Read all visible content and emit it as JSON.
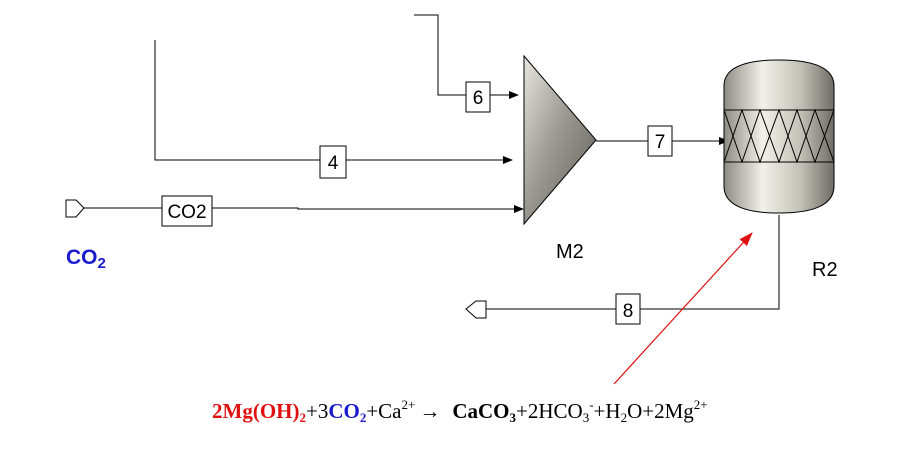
{
  "streams": {
    "s6": "6",
    "s4": "4",
    "s7": "7",
    "sco2": "CO2",
    "s8": "8"
  },
  "blocks": {
    "mixer": "M2",
    "reactor": "R2"
  },
  "feed_label": {
    "main": "CO",
    "sub": "2"
  },
  "reaction": {
    "r1": "2Mg(OH)",
    "r1_sub": "2",
    "plus1": "+3",
    "r2": "CO",
    "r2_sub": "2",
    "plus2": "+Ca",
    "r3_sup": "2+",
    "arrow": "→",
    "p1": "CaCO",
    "p1_sub": "3",
    "p2": "+2HCO",
    "p2_sub": "3",
    "p2_sup": "-",
    "p3a": "+H",
    "p3_sub": "2",
    "p3b": "O+2Mg",
    "p4_sup": "2+"
  },
  "colors": {
    "reactant_red": "#e01010",
    "co2_blue": "#1a1ad0",
    "annotation_arrow": "#e01010"
  }
}
